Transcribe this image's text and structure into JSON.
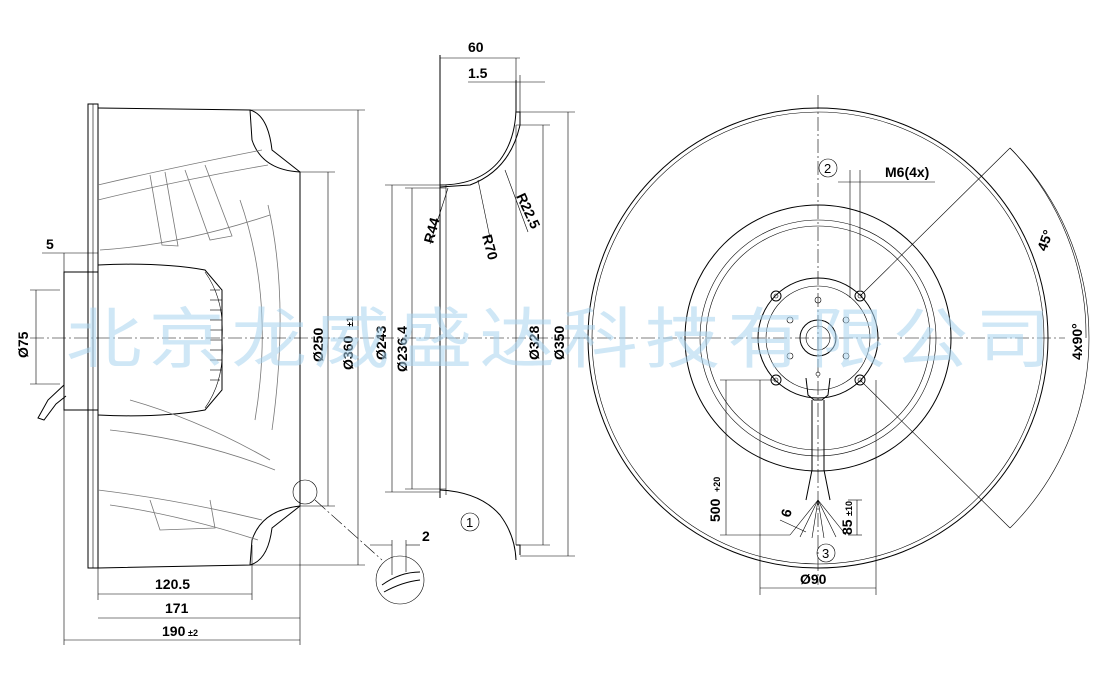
{
  "dimensions": {
    "d_5": "5",
    "d_75": "Ø75",
    "d_250": "Ø250",
    "d_360": "Ø360",
    "d_360_tol": "±1",
    "d_120_5": "120.5",
    "d_171": "171",
    "d_190": "190",
    "d_190_tol": "±2",
    "d_60": "60",
    "d_1_5": "1.5",
    "d_243": "Ø243",
    "d_236_4": "Ø236.4",
    "d_328": "Ø328",
    "d_350": "Ø350",
    "r_44": "R44",
    "r_70": "R70",
    "r_22_5": "R22.5",
    "d_2": "2",
    "m6": "M6(4x)",
    "angle_45": "45°",
    "angle_4x90": "4x90°",
    "d_500": "500",
    "d_500_tol": "+20",
    "d_6": "6",
    "d_85": "85",
    "d_85_tol": "±10",
    "d_90": "Ø90"
  },
  "callouts": {
    "c1": "1",
    "c2": "2",
    "c3": "3"
  },
  "watermark": "北京龙威盛达科技有限公司"
}
